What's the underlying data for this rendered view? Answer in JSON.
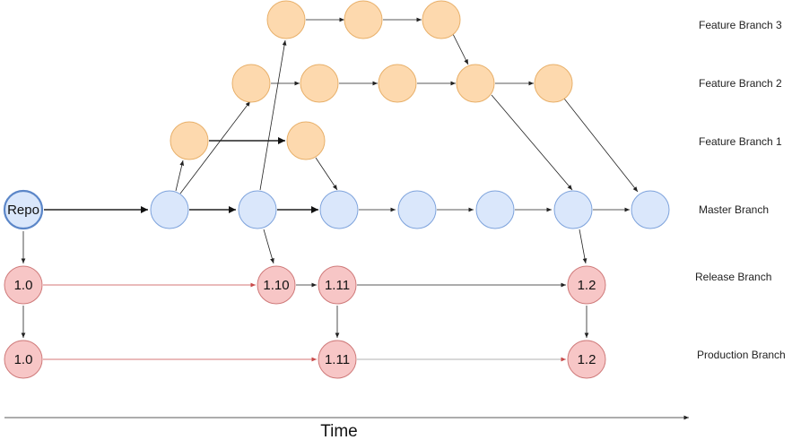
{
  "branch_labels": {
    "feature3": "Feature Branch 3",
    "feature2": "Feature Branch 2",
    "feature1": "Feature Branch 1",
    "master": "Master Branch",
    "release": "Release Branch",
    "production": "Production Branch"
  },
  "time_label": "Time",
  "nodes": {
    "repo": "Repo",
    "r1": "1.0",
    "r2": "1.10",
    "r3": "1.11",
    "r4": "1.2",
    "p1": "1.0",
    "p2": "1.11",
    "p3": "1.2"
  },
  "colors": {
    "feature_fill": "#fdd9ae",
    "feature_stroke": "#e8b06a",
    "master_fill": "#dae7fb",
    "master_stroke": "#7ea3dc",
    "repo_fill": "#dae7fb",
    "repo_stroke": "#5b86c8",
    "release_fill": "#f7c6c6",
    "release_stroke": "#cf7a7a",
    "release_arrow": "#c84a4a",
    "edge": "#222222"
  }
}
